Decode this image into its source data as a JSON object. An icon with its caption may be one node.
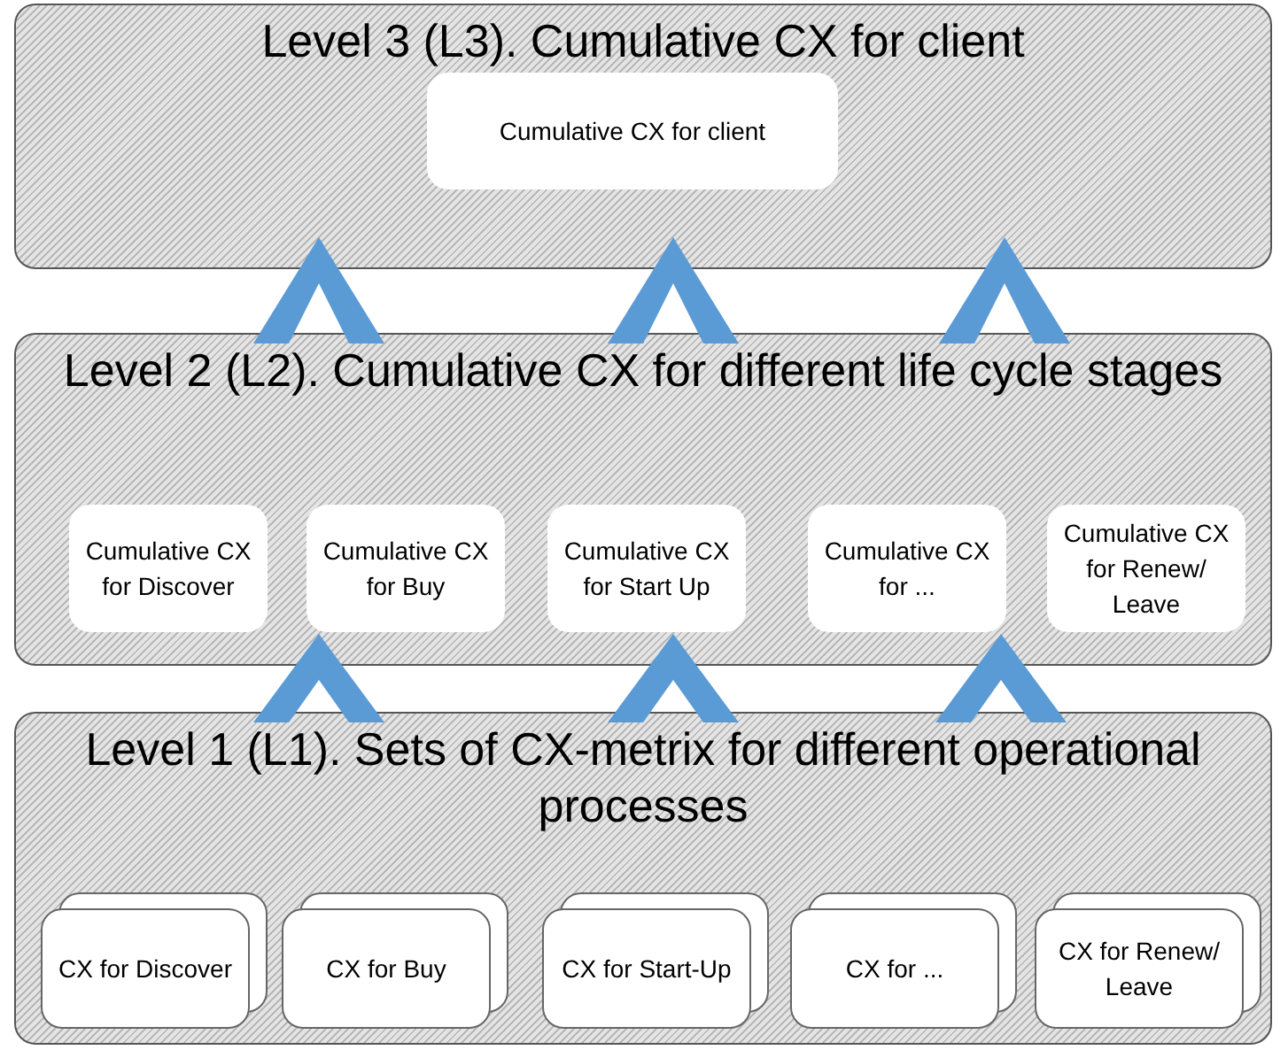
{
  "diagram": {
    "nodes": [
      {
        "text": [
          "Level 3 (L3). Cumulative CX for client"
        ]
      },
      {
        "text": [
          "Cumulative CX for client"
        ],
        "in": 0
      },
      {
        "text": [
          "Level 2 (L2). Cumulative CX for different life cycle stages"
        ]
      },
      {
        "text": [
          "Cumulative CX for Discover"
        ],
        "in": 2
      },
      {
        "text": [
          "Cumulative CX for Buy"
        ],
        "in": 2
      },
      {
        "text": [
          "Cumulative CX for Start Up"
        ],
        "in": 2
      },
      {
        "text": [
          "Cumulative CX for ..."
        ],
        "in": 2
      },
      {
        "text": [
          "Cumulative CX for Renew/ Leave"
        ],
        "in": 2
      },
      {
        "text": [
          "Level 1 (L1). Sets of CX-metrix for different operational processes"
        ]
      },
      {
        "text": [
          "CX for Discover"
        ],
        "in": 8
      },
      {
        "text": [
          "CX for Buy"
        ],
        "in": 8
      },
      {
        "text": [
          "CX for Start-Up"
        ],
        "in": 8
      },
      {
        "text": [
          "CX for ..."
        ],
        "in": 8
      },
      {
        "text": [
          "CX for Renew/ Leave"
        ],
        "in": 8
      }
    ],
    "edges": [
      {
        "from": 2,
        "to": 0,
        "arrow": "to",
        "color": "#5b9bd5"
      },
      {
        "from": 2,
        "to": 0,
        "arrow": "to",
        "color": "#5b9bd5"
      },
      {
        "from": 2,
        "to": 0,
        "arrow": "to",
        "color": "#5b9bd5"
      },
      {
        "from": 8,
        "to": 2,
        "arrow": "to",
        "color": "#5b9bd5"
      },
      {
        "from": 8,
        "to": 2,
        "arrow": "to",
        "color": "#5b9bd5"
      },
      {
        "from": 8,
        "to": 2,
        "arrow": "to",
        "color": "#5b9bd5"
      }
    ]
  }
}
